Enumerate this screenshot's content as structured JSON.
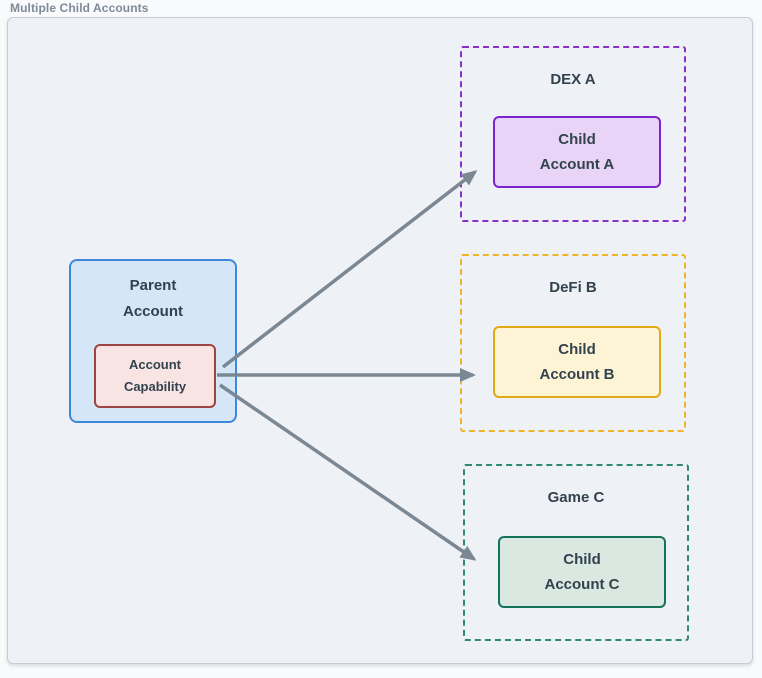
{
  "page": {
    "title": "Multiple Child Accounts"
  },
  "diagram": {
    "parent": {
      "label": "Parent\nAccount",
      "fill": "#d5e6f8",
      "border": "#3f87d9",
      "capability": {
        "label": "Account\nCapability",
        "fill": "#f7e4e3",
        "border": "#9d4540"
      }
    },
    "groups": [
      {
        "title": "DEX A",
        "accent": "#8b2fc9",
        "child": {
          "label": "Child\nAccount A",
          "fill": "#e7d4f6",
          "border": "#7e22ce"
        }
      },
      {
        "title": "DeFi B",
        "accent": "#f0b429",
        "child": {
          "label": "Child\nAccount B",
          "fill": "#fdf4d5",
          "border": "#e2a815"
        }
      },
      {
        "title": "Game C",
        "accent": "#2f8a6d",
        "child": {
          "label": "Child\nAccount C",
          "fill": "#d9e8e0",
          "border": "#15735c"
        }
      }
    ],
    "edges": [
      {
        "from": "Account Capability",
        "to": "Child Account A"
      },
      {
        "from": "Account Capability",
        "to": "Child Account B"
      },
      {
        "from": "Account Capability",
        "to": "Child Account C"
      }
    ],
    "arrow_color": "#7b8894"
  }
}
